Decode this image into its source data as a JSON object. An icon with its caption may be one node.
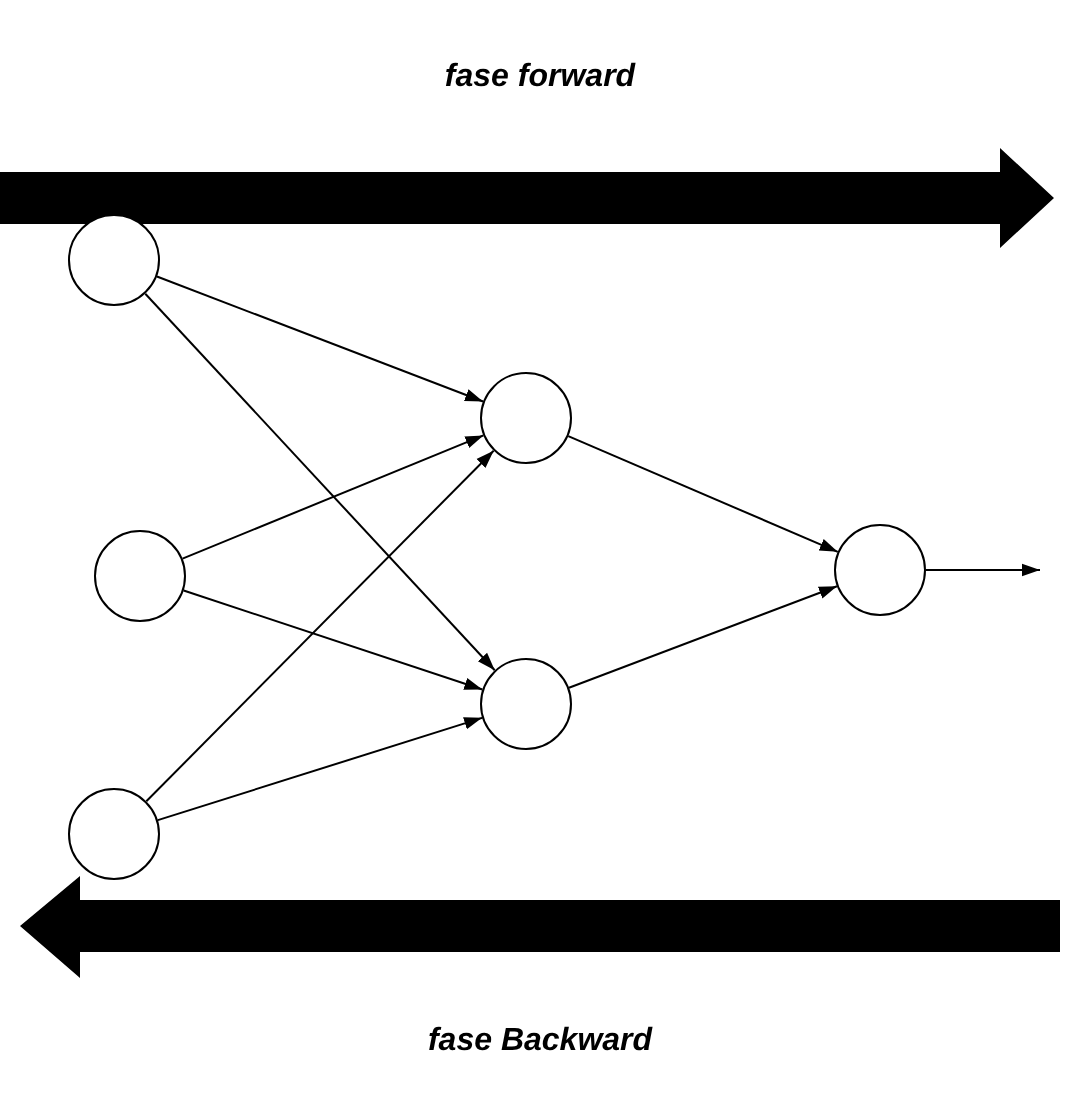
{
  "diagram": {
    "nodes": [
      {
        "text": [],
        "shape": "circle"
      },
      {
        "text": [],
        "shape": "circle"
      },
      {
        "text": [],
        "shape": "circle"
      },
      {
        "text": [],
        "shape": "circle"
      },
      {
        "text": [],
        "shape": "circle"
      },
      {
        "text": [],
        "shape": "circle"
      }
    ],
    "edges": [
      {
        "from": 0,
        "to": 3,
        "arrow": "to"
      },
      {
        "from": 0,
        "to": 4,
        "arrow": "to"
      },
      {
        "from": 1,
        "to": 3,
        "arrow": "to"
      },
      {
        "from": 1,
        "to": 4,
        "arrow": "to"
      },
      {
        "from": 2,
        "to": 3,
        "arrow": "to"
      },
      {
        "from": 2,
        "to": 4,
        "arrow": "to"
      },
      {
        "from": 3,
        "to": 5,
        "arrow": "to"
      },
      {
        "from": 4,
        "to": 5,
        "arrow": "to"
      },
      {
        "from": 5,
        "to": null,
        "arrow": "to"
      }
    ],
    "labels": [
      "fase forward",
      "fase Backward"
    ]
  }
}
